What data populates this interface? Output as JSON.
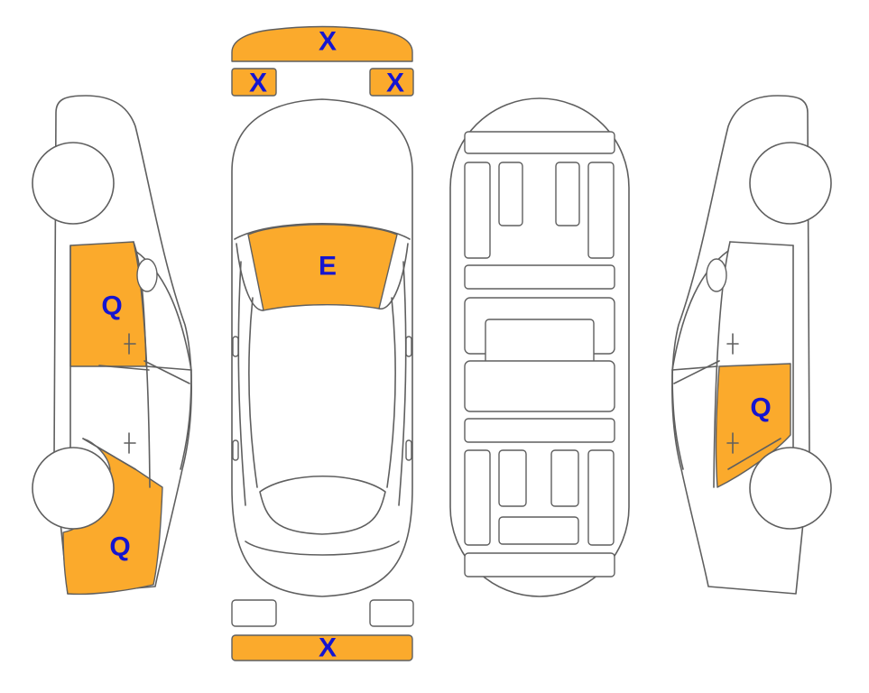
{
  "colors": {
    "damage_fill": "#fbaa2c",
    "marker_text": "#1515d0",
    "outline": "#5f5f5f"
  },
  "markers": {
    "front_bumper": "X",
    "headlight_left": "X",
    "headlight_right": "X",
    "hood": "E",
    "rear_bumper": "X",
    "left_front_door": "Q",
    "left_front_fender": "Q",
    "right_front_door": "Q"
  }
}
